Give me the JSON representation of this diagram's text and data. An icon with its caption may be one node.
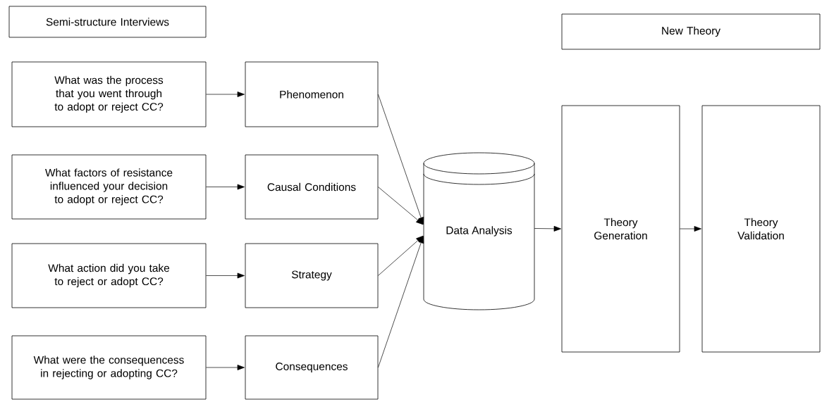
{
  "diagram": {
    "nodes": [
      {
        "text": [
          "Semi-structure Interviews"
        ]
      },
      {
        "text": [
          "New Theory"
        ]
      },
      {
        "text": [
          "What was the process that you went through to adopt or reject CC?"
        ]
      },
      {
        "text": [
          "Phenomenon"
        ]
      },
      {
        "text": [
          "What factors of resistance influenced your decision to adopt or reject CC?"
        ]
      },
      {
        "text": [
          "Causal Conditions"
        ]
      },
      {
        "text": [
          "What action did you take to reject or adopt CC?"
        ]
      },
      {
        "text": [
          "Strategy"
        ]
      },
      {
        "text": [
          "What were the consequencess in rejecting or adopting CC?"
        ]
      },
      {
        "text": [
          "Consequences"
        ]
      },
      {
        "text": [
          "Data Analysis"
        ]
      },
      {
        "text": [
          "Theory Generation"
        ]
      },
      {
        "text": [
          "Theory Validation"
        ]
      }
    ],
    "edges": [
      {
        "from": 2,
        "to": 3,
        "arrow": "to"
      },
      {
        "from": 4,
        "to": 5,
        "arrow": "to"
      },
      {
        "from": 6,
        "to": 7,
        "arrow": "to"
      },
      {
        "from": 8,
        "to": 9,
        "arrow": "to"
      },
      {
        "from": 3,
        "to": 10,
        "arrow": "to"
      },
      {
        "from": 5,
        "to": 10,
        "arrow": "to"
      },
      {
        "from": 7,
        "to": 10,
        "arrow": "to"
      },
      {
        "from": 9,
        "to": 10,
        "arrow": "to"
      },
      {
        "from": 10,
        "to": 11,
        "arrow": "to"
      },
      {
        "from": 11,
        "to": 12,
        "arrow": "to"
      }
    ]
  }
}
